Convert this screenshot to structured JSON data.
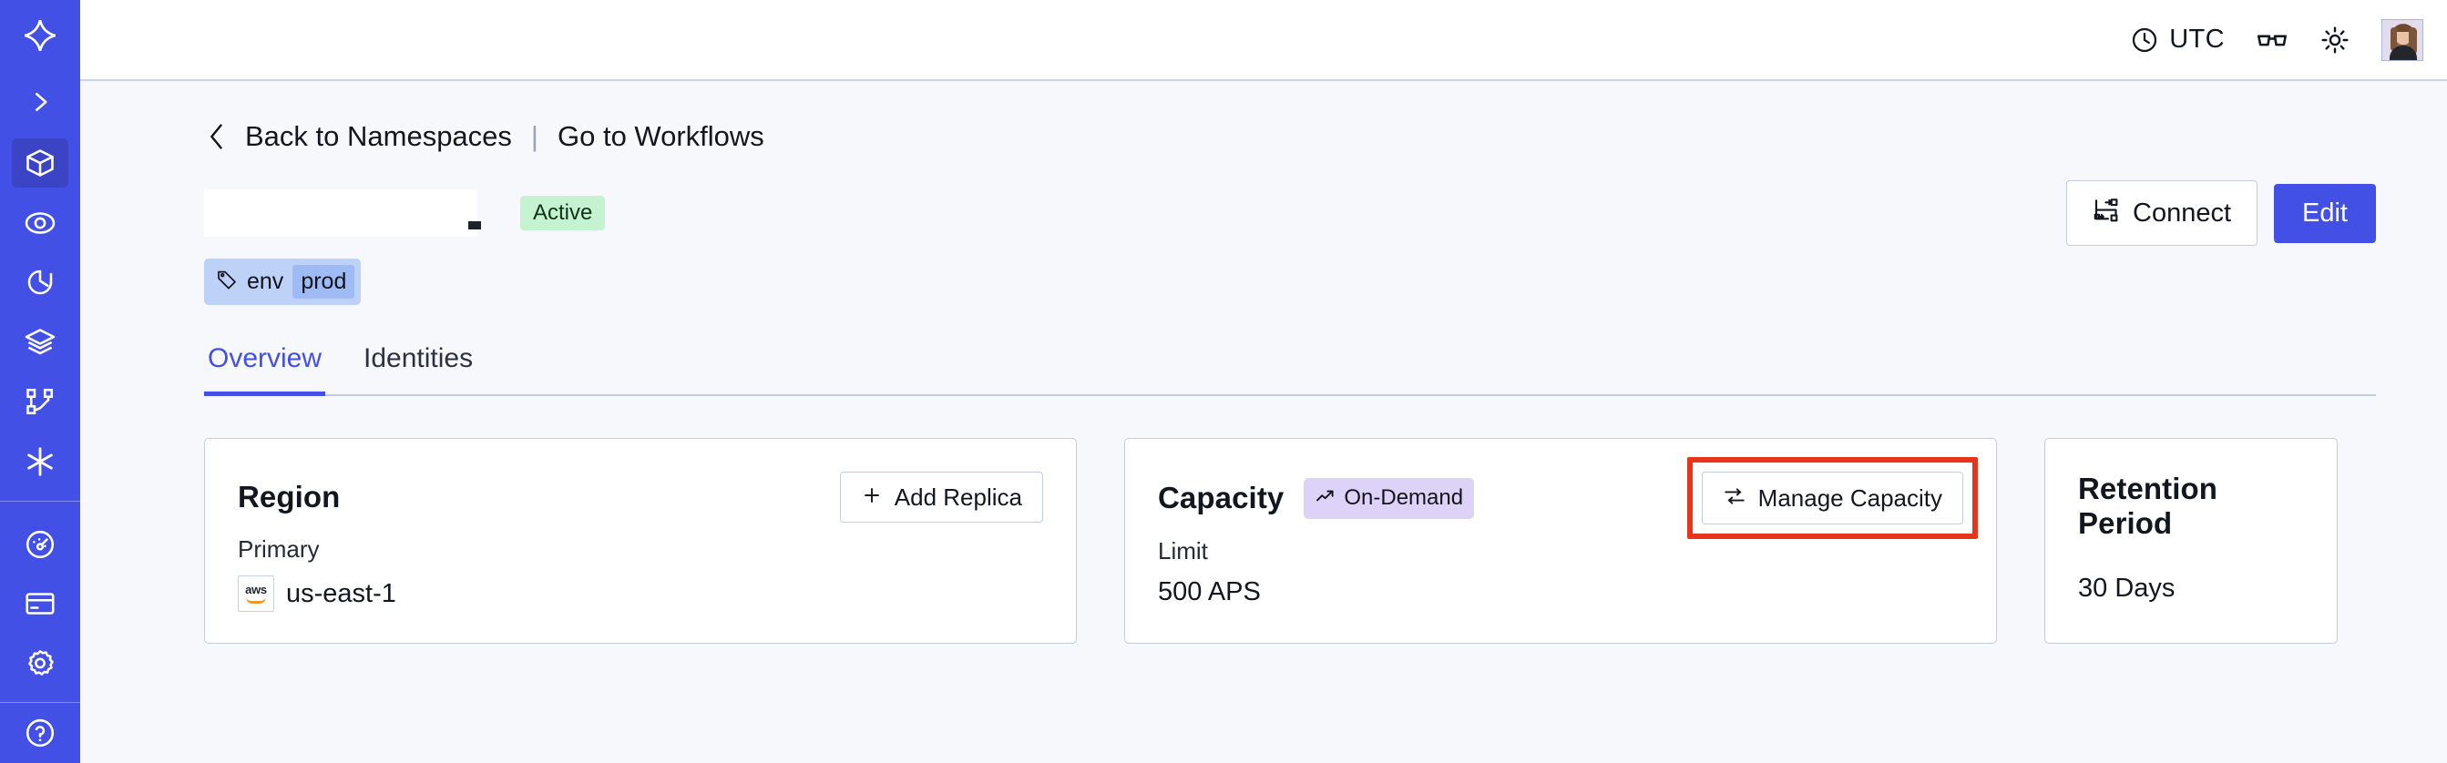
{
  "sidebar": {
    "items": [
      {
        "id": "logo",
        "icon": "temporal-logo-icon",
        "label": "Temporal",
        "active": false
      },
      {
        "id": "expand",
        "icon": "chevron-right-icon",
        "label": "Expand Sidebar",
        "active": false
      },
      {
        "id": "namespaces",
        "icon": "cube-icon",
        "label": "Namespaces",
        "active": true
      },
      {
        "id": "monitor",
        "icon": "eye-spiral-icon",
        "label": "Monitoring",
        "active": false
      },
      {
        "id": "history",
        "icon": "clock-rewind-icon",
        "label": "History",
        "active": false
      },
      {
        "id": "layers",
        "icon": "layers-icon",
        "label": "Layers",
        "active": false
      },
      {
        "id": "workflows",
        "icon": "workflow-graph-icon",
        "label": "Workflows",
        "active": false
      },
      {
        "id": "integrate",
        "icon": "asterisk-icon",
        "label": "Integrations",
        "active": false
      },
      {
        "id": "usage",
        "icon": "gauge-icon",
        "label": "Usage",
        "active": false
      },
      {
        "id": "billing",
        "icon": "credit-card-icon",
        "label": "Billing",
        "active": false
      },
      {
        "id": "settings",
        "icon": "gear-icon",
        "label": "Settings",
        "active": false
      },
      {
        "id": "support",
        "icon": "help-circle-icon",
        "label": "Support",
        "active": false
      }
    ]
  },
  "topbar": {
    "timezone_label": "UTC",
    "timezone_icon": "clock-icon",
    "glasses_icon": "glasses-icon",
    "theme_icon": "sun-icon",
    "avatar_icon": "user-avatar"
  },
  "breadcrumb": {
    "back_icon": "chevron-left-icon",
    "back_label": "Back to Namespaces",
    "separator": "|",
    "forward_label": "Go to Workflows"
  },
  "header": {
    "title": "",
    "status_badge": "Active",
    "connect_label": "Connect",
    "connect_icon": "connect-nodes-icon",
    "edit_label": "Edit"
  },
  "tag": {
    "icon": "tag-icon",
    "key": "env",
    "value": "prod"
  },
  "tabs": [
    {
      "id": "overview",
      "label": "Overview",
      "active": true
    },
    {
      "id": "identities",
      "label": "Identities",
      "active": false
    }
  ],
  "cards": {
    "region": {
      "title": "Region",
      "action_label": "Add Replica",
      "action_icon": "plus-icon",
      "field_label": "Primary",
      "provider_icon": "aws-logo",
      "provider_text": "aws",
      "value": "us-east-1"
    },
    "capacity": {
      "title": "Capacity",
      "badge_label": "On-Demand",
      "badge_icon": "trending-up-icon",
      "action_label": "Manage Capacity",
      "action_icon": "sliders-icon",
      "field_label": "Limit",
      "value": "500 APS",
      "highlighted": true
    },
    "retention": {
      "title": "Retention Period",
      "value": "30 Days"
    }
  },
  "colors": {
    "brand_indigo": "#4350e6",
    "sidebar_active": "#3a44c4",
    "page_background": "#f7f8fb",
    "card_border": "#c2cbe2",
    "status_green_bg": "#c5f2cf",
    "badge_purple_bg": "#ddd2f7",
    "tag_blue_bg": "#bed1f7",
    "tag_value_bg": "#9fbbf5",
    "annotation_red": "#e8351a"
  }
}
